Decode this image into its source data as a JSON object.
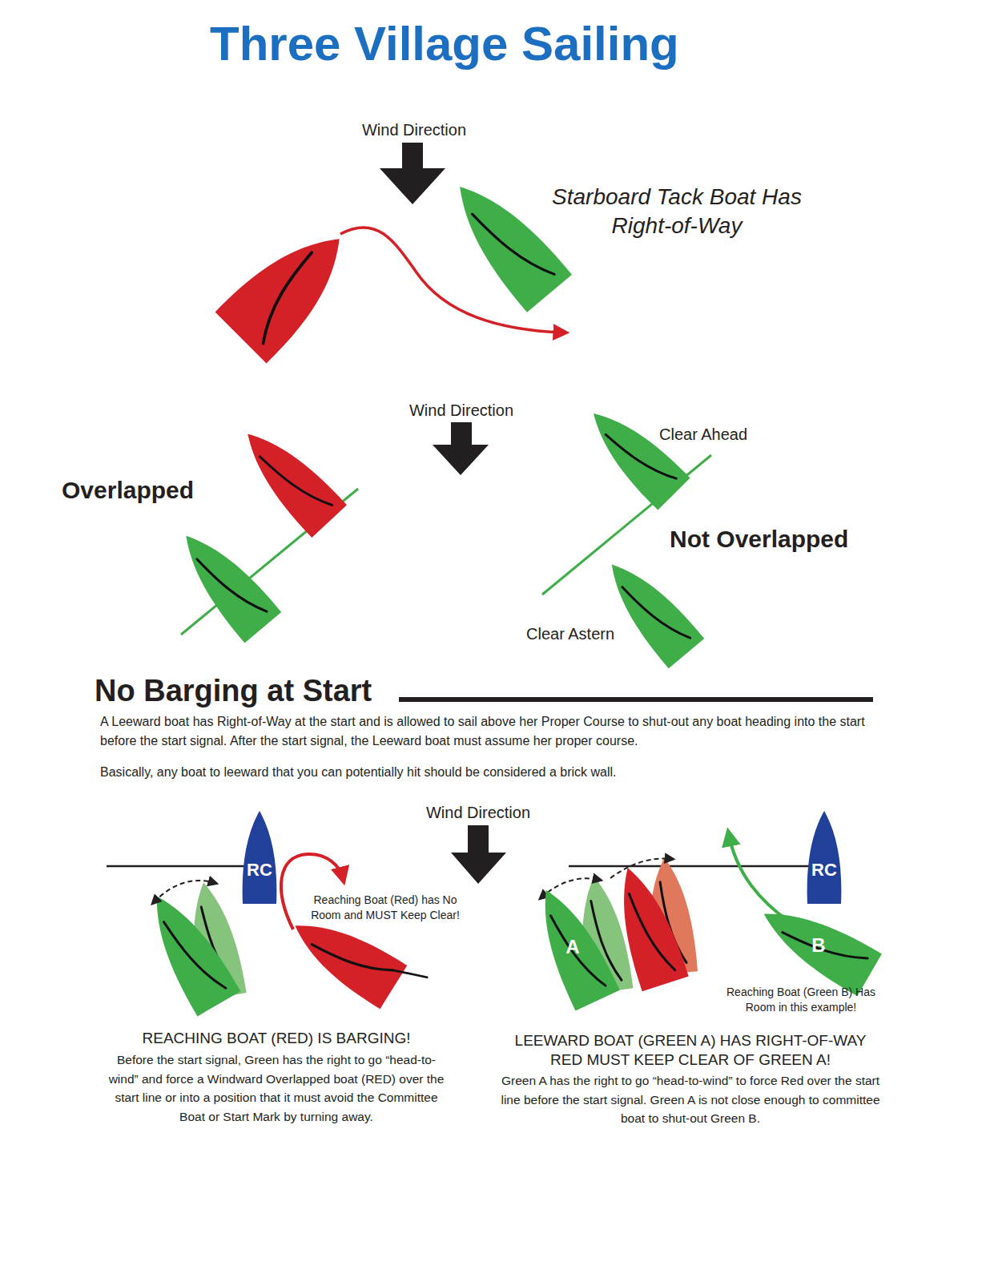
{
  "diagram": {
    "title": "Three Village Sailing",
    "nodes": [
      {
        "text": [
          "RC"
        ]
      },
      {
        "text": [
          "A"
        ]
      },
      {
        "text": [
          "RC"
        ]
      },
      {
        "text": [
          "B"
        ]
      }
    ],
    "labels": [
      "Wind Direction",
      "Starboard Tack Boat Has Right-of-Way",
      "Wind Direction",
      "Overlapped",
      "Clear Ahead",
      "Not Overlapped",
      "Clear Astern",
      "No Barging at Start",
      "A Leeward boat has Right-of-Way at the start and is allowed to sail above her Proper Course to shut-out any boat heading into the start before the start signal. After the start signal, the Leeward boat must assume her proper course.",
      "Basically, any boat to leeward that you can potentially hit should be considered a brick wall.",
      "Wind Direction",
      "Reaching Boat (Red) has No Room and MUST Keep Clear!",
      "Reaching Boat (Green B) Has Room in this example!",
      "REACHING BOAT (RED) IS BARGING!",
      "Before the start signal, Green has the right to go “head-to-wind” and force a Windward Overlapped boat (RED) over the start line or into a position that it must avoid the Committee Boat or Start Mark by turning away.",
      "LEEWARD BOAT (GREEN A) HAS RIGHT-OF-WAY",
      "RED MUST KEEP CLEAR OF GREEN A!",
      "Green A has the right to go “head-to-wind” to force Red over the start line before the start signal. Green A is not close enough to committee boat to shut-out Green B."
    ]
  }
}
